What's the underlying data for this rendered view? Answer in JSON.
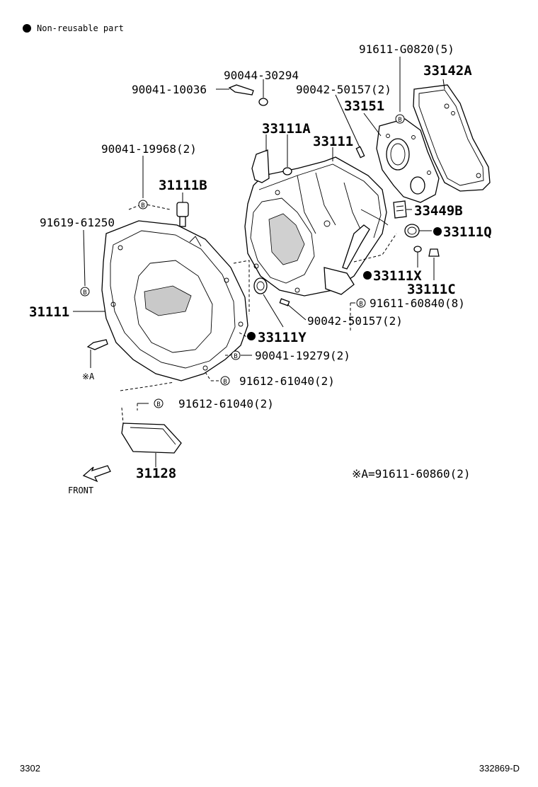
{
  "legend": {
    "text": "Non-reusable part"
  },
  "labels": {
    "p91611_G0820": "91611-G0820(5)",
    "p33142A": "33142A",
    "p90044_30294": "90044-30294",
    "p90041_10036": "90041-10036",
    "p90042_50157_top": "90042-50157(2)",
    "p33151": "33151",
    "p33111A": "33111A",
    "p33111": "33111",
    "p90041_19968": "90041-19968(2)",
    "p31111B": "31111B",
    "p33449B": "33449B",
    "p91619_61250": "91619-61250",
    "p33111Q": "33111Q",
    "p33111X": "33111X",
    "p33111C": "33111C",
    "p31111": "31111",
    "p91611_60840": "91611-60840(8)",
    "p90042_50157_bot": "90042-50157(2)",
    "p33111Y": "33111Y",
    "p90041_19279": "90041-19279(2)",
    "noteA": "※A",
    "p91612_61040_a": "91612-61040(2)",
    "p91612_61040_b": "91612-61040(2)",
    "p31128": "31128",
    "front": "FRONT",
    "noteA_def": "※A=91611-60860(2)"
  },
  "bolt_mark": "B",
  "footer": {
    "left": "3302",
    "right": "332869-D"
  }
}
